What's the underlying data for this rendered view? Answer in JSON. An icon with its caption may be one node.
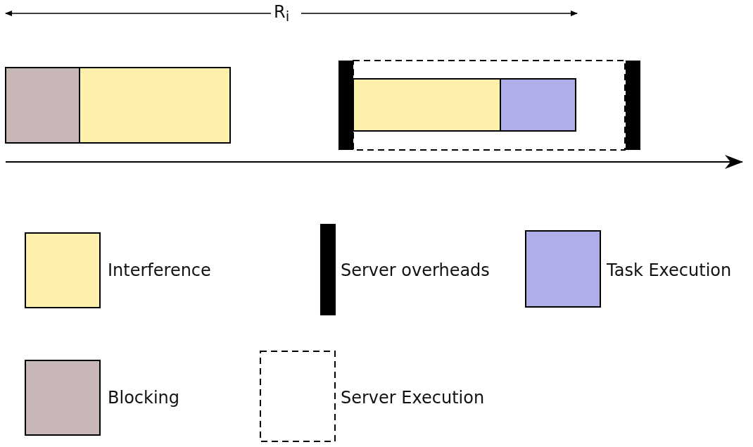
{
  "diagram": {
    "labels": [
      "R$_{i}$"
    ],
    "legend": [
      {
        "text": "Interference",
        "color": "#fdf0aa"
      },
      {
        "text": "Server overheads",
        "color": "#000000"
      },
      {
        "text": "Task Execution",
        "color": "#afaee8"
      },
      {
        "text": "Blocking",
        "color": "#c7b8b7"
      },
      {
        "text": "Server Execution"
      }
    ]
  }
}
